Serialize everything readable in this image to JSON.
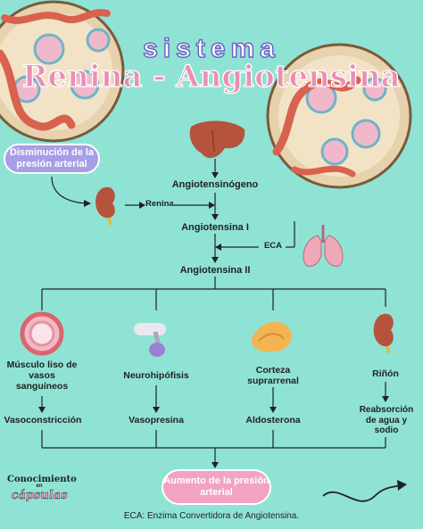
{
  "header": {
    "title_line1": "sistema",
    "title_line2": "Renina - Angiotensina"
  },
  "trigger_label": "Disminución de la presión arterial",
  "cascade": {
    "angiotensinogeno": "Angiotensinógeno",
    "renina": "Renina",
    "angiotensina_1": "Angiotensina I",
    "eca": "ECA",
    "angiotensina_2": "Angiotensina II"
  },
  "targets": [
    {
      "organ": "Músculo liso de vasos sanguíneos",
      "effect": "Vasoconstricción"
    },
    {
      "organ": "Neurohipófisis",
      "effect": "Vasopresina"
    },
    {
      "organ": "Corteza suprarrenal",
      "effect": "Aldosterona"
    },
    {
      "organ": "Riñón",
      "effect": "Reabsorción de agua y sodio"
    }
  ],
  "result_label": "Aumento de la presión arterial",
  "footnote": "ECA: Enzima Convertidora de Angiotensina.",
  "brand": {
    "line1": "Conocimiento",
    "line2": "en",
    "line3": "cápsulas"
  },
  "colors": {
    "background": "#8fe3d5",
    "title_purple": "#6f62c8",
    "title_pink": "#e98fb3",
    "pill_purple": "#a79ee8",
    "pill_pink": "#f2a2c2"
  }
}
